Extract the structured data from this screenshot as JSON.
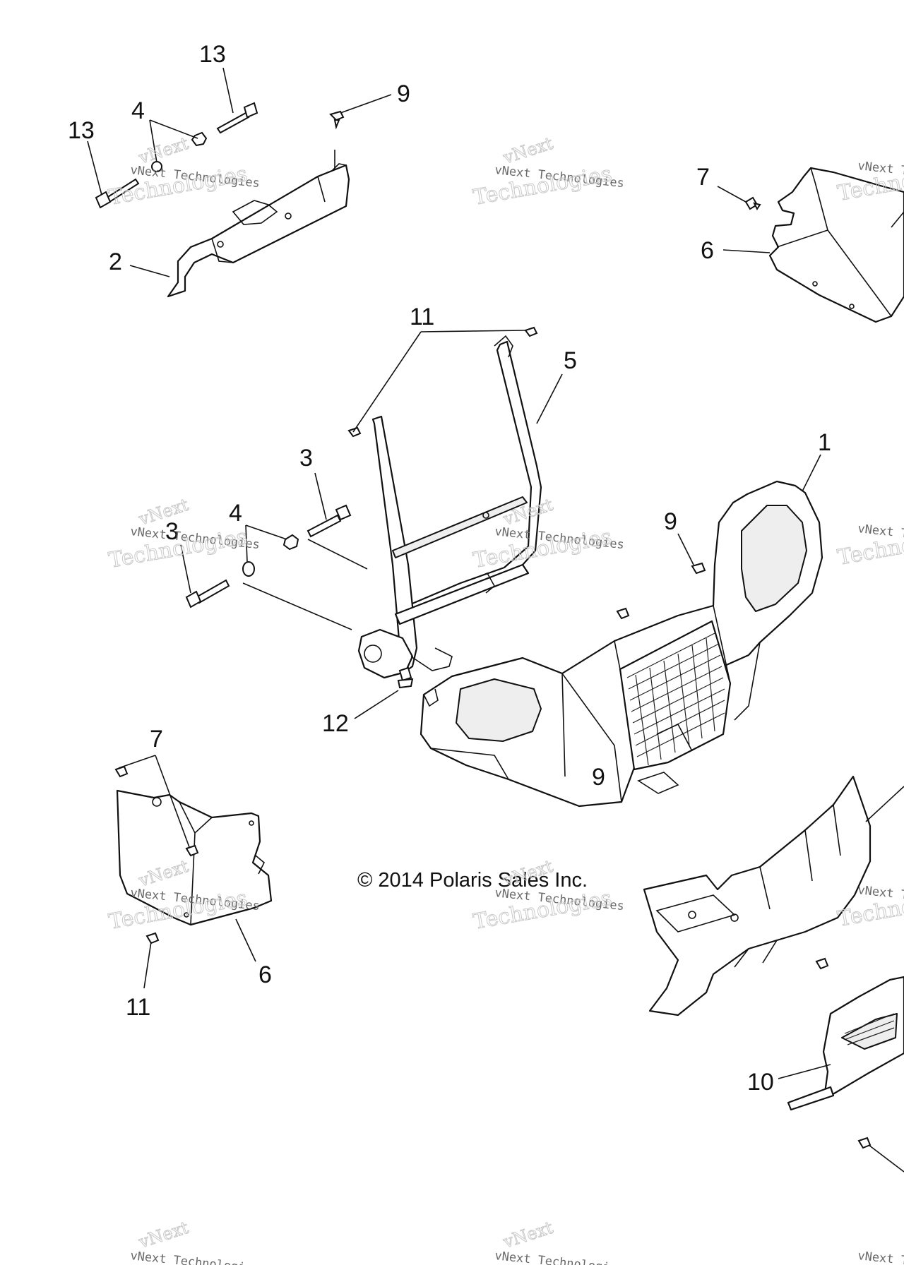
{
  "copyright": "© 2014 Polaris Sales Inc.",
  "watermark": {
    "line1": "vNext",
    "line2": "vNext Technologies",
    "line3": "Technologies"
  },
  "callouts": {
    "c13a": "13",
    "c13b": "13",
    "c4a": "4",
    "c9a": "9",
    "c2": "2",
    "c7a": "7",
    "c6a": "6",
    "c11a": "11",
    "c5": "5",
    "c1": "1",
    "c3a": "3",
    "c4b": "4",
    "c3b": "3",
    "c9b": "9",
    "c12": "12",
    "c9c": "9",
    "c7b": "7",
    "c6b": "6",
    "c11b": "11",
    "c10": "10"
  },
  "colors": {
    "ink": "#111111",
    "watermark": "#c9c9c9",
    "background": "#ffffff"
  }
}
